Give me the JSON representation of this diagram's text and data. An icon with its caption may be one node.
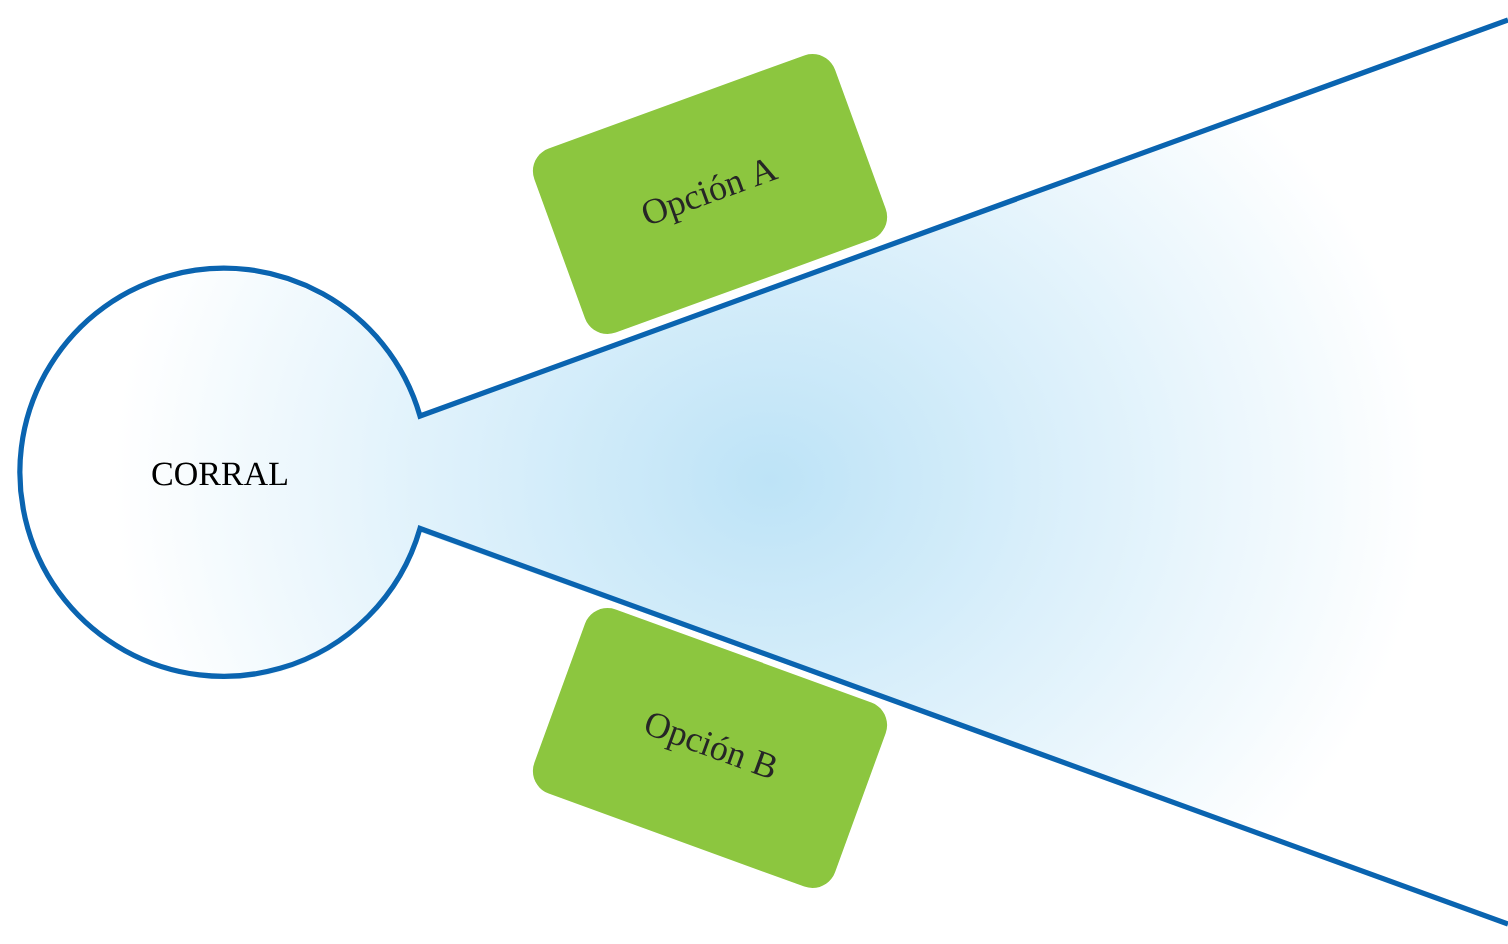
{
  "diagram": {
    "nodes": [
      {
        "text": [
          "CORRAL"
        ]
      },
      {
        "text": [
          "Opción A"
        ]
      },
      {
        "text": [
          "Opción B"
        ]
      }
    ]
  }
}
